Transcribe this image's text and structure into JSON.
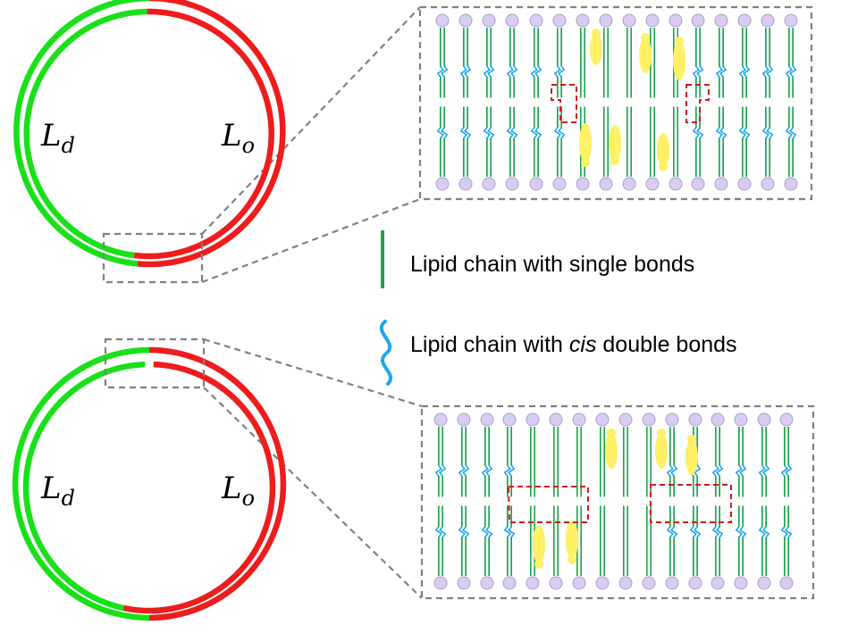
{
  "colors": {
    "disordered": "#19e019",
    "ordered": "#ee1c1c",
    "single_bond_chain": "#1aa34a",
    "cis_chain": "#1aa8e8",
    "headgroup_fill": "#d8cdf0",
    "headgroup_stroke": "#a99bd6",
    "cholesterol": "#fff066",
    "box_dash": "#808080",
    "highlight_dash": "#d21a1a"
  },
  "top_vesicle": {
    "left_phase": "L",
    "left_sub": "d",
    "right_phase": "L",
    "right_sub": "o"
  },
  "bottom_vesicle": {
    "left_phase": "L",
    "left_sub": "d",
    "right_phase": "L",
    "right_sub": "o"
  },
  "legend": {
    "single": {
      "text": "Lipid chain with single bonds",
      "icon": "straight-line-icon"
    },
    "cis": {
      "prefix": "Lipid chain with ",
      "italic": "cis",
      "suffix": " double bonds",
      "icon": "wavy-line-icon"
    }
  }
}
